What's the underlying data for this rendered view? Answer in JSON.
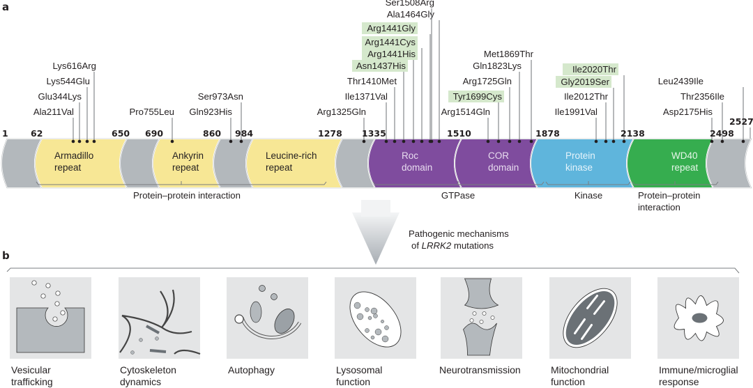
{
  "panel_a": {
    "label": "a",
    "protein_length": 2527,
    "position_markers": [
      "1",
      "62",
      "650",
      "690",
      "860",
      "984",
      "1278",
      "1335",
      "1510",
      "1878",
      "2138",
      "2498",
      "2527"
    ],
    "domains": [
      {
        "name": "Armadillo repeat",
        "line1": "Armadillo",
        "line2": "repeat",
        "start": 62,
        "end": 650,
        "color": "#f7e795",
        "text_color": "#231f20"
      },
      {
        "name": "Ankyrin repeat",
        "line1": "Ankyrin",
        "line2": "repeat",
        "start": 690,
        "end": 860,
        "color": "#f7e795",
        "text_color": "#231f20"
      },
      {
        "name": "Leucine-rich repeat",
        "line1": "Leucine-rich",
        "line2": "repeat",
        "start": 984,
        "end": 1278,
        "color": "#f7e795",
        "text_color": "#231f20"
      },
      {
        "name": "Roc domain",
        "line1": "Roc",
        "line2": "domain",
        "start": 1335,
        "end": 1510,
        "color": "#7f4c9e",
        "text_color": "#e8dcef"
      },
      {
        "name": "COR domain",
        "line1": "COR",
        "line2": "domain",
        "start": 1510,
        "end": 1878,
        "color": "#7f4c9e",
        "text_color": "#e8dcef"
      },
      {
        "name": "Protein kinase",
        "line1": "Protein",
        "line2": "kinase",
        "start": 1878,
        "end": 2138,
        "color": "#5fb5dc",
        "text_color": "#e6f4fb"
      },
      {
        "name": "WD40 repeat",
        "line1": "WD40",
        "line2": "repeat",
        "start": 2138,
        "end": 2498,
        "color": "#36ad4f",
        "text_color": "#e6f6e9"
      }
    ],
    "linker_color": "#b3b8bc",
    "mutations": [
      {
        "label": "Ala211Val",
        "highlighted": false
      },
      {
        "label": "Glu344Lys",
        "highlighted": false
      },
      {
        "label": "Lys544Glu",
        "highlighted": false
      },
      {
        "label": "Lys616Arg",
        "highlighted": false
      },
      {
        "label": "Pro755Leu",
        "highlighted": false
      },
      {
        "label": "Gln923His",
        "highlighted": false
      },
      {
        "label": "Ser973Asn",
        "highlighted": false
      },
      {
        "label": "Arg1325Gln",
        "highlighted": false
      },
      {
        "label": "Ile1371Val",
        "highlighted": false
      },
      {
        "label": "Thr1410Met",
        "highlighted": false
      },
      {
        "label": "Asn1437His",
        "highlighted": true
      },
      {
        "label": "Arg1441His",
        "highlighted": true
      },
      {
        "label": "Arg1441Cys",
        "highlighted": true
      },
      {
        "label": "Arg1441Gly",
        "highlighted": true
      },
      {
        "label": "Ala1464Gly",
        "highlighted": false
      },
      {
        "label": "Ser1508Arg",
        "highlighted": false
      },
      {
        "label": "Arg1514Gln",
        "highlighted": false
      },
      {
        "label": "Tyr1699Cys",
        "highlighted": true
      },
      {
        "label": "Arg1725Gln",
        "highlighted": false
      },
      {
        "label": "Gln1823Lys",
        "highlighted": false
      },
      {
        "label": "Met1869Thr",
        "highlighted": false
      },
      {
        "label": "Ile1991Val",
        "highlighted": false
      },
      {
        "label": "Ile2012Thr",
        "highlighted": false
      },
      {
        "label": "Gly2019Ser",
        "highlighted": true
      },
      {
        "label": "Ile2020Thr",
        "highlighted": true
      },
      {
        "label": "Asp2175His",
        "highlighted": false
      },
      {
        "label": "Thr2356Ile",
        "highlighted": false
      },
      {
        "label": "Leu2439Ile",
        "highlighted": false
      }
    ],
    "highlight_color": "#d5e8cc",
    "groups": [
      {
        "label": "Protein–protein interaction"
      },
      {
        "label": "GTPase"
      },
      {
        "label": "Kinase"
      },
      {
        "label_line1": "Protein–protein",
        "label_line2": "interaction"
      }
    ],
    "arrow_caption_line1": "Pathogenic mechanisms",
    "arrow_caption_prefix": "of ",
    "arrow_caption_gene": "LRRK2",
    "arrow_caption_suffix": " mutations"
  },
  "panel_b": {
    "label": "b",
    "mechanisms": [
      {
        "line1": "Vesicular",
        "line2": "trafficking",
        "icon": "vesicle-icon"
      },
      {
        "line1": "Cytoskeleton",
        "line2": "dynamics",
        "icon": "cytoskeleton-icon"
      },
      {
        "line1": "Autophagy",
        "line2": "",
        "icon": "autophagy-icon"
      },
      {
        "line1": "Lysosomal",
        "line2": "function",
        "icon": "lysosome-icon"
      },
      {
        "line1": "Neurotransmission",
        "line2": "",
        "icon": "synapse-icon"
      },
      {
        "line1": "Mitochondrial",
        "line2": "function",
        "icon": "mitochondrion-icon"
      },
      {
        "line1": "Immune/microglial",
        "line2": "response",
        "icon": "microglia-icon"
      }
    ]
  }
}
